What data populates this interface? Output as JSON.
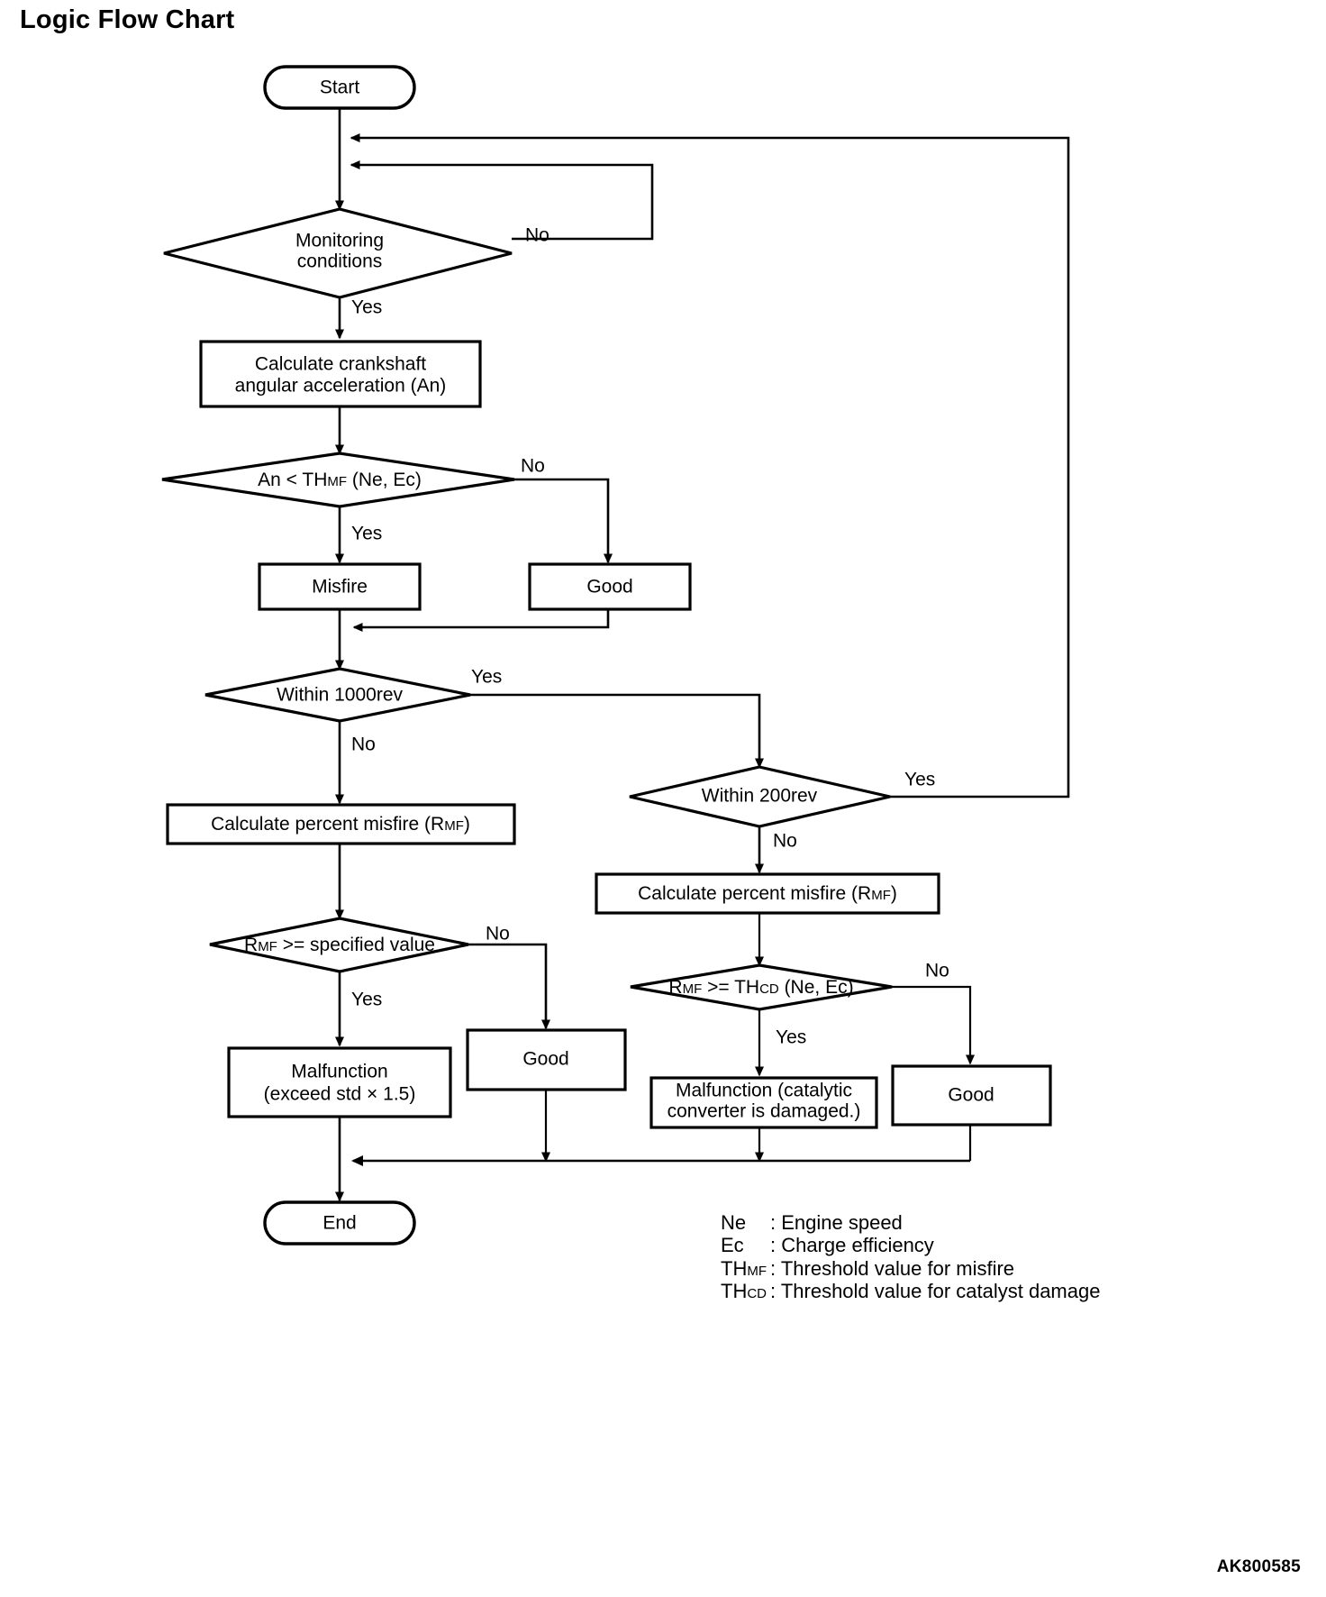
{
  "page": {
    "title": "Logic Flow Chart",
    "document_code": "AK800585"
  },
  "chart_data": {
    "type": "diagram",
    "diagram_kind": "flowchart",
    "title": "Logic Flow Chart",
    "nodes": [
      {
        "id": "start",
        "shape": "terminator",
        "label": "Start"
      },
      {
        "id": "mon",
        "shape": "decision",
        "label_line1": "Monitoring",
        "label_line2": "conditions"
      },
      {
        "id": "calc_ang",
        "shape": "process",
        "label_line1": "Calculate crankshaft",
        "label_line2": "angular acceleration (An)"
      },
      {
        "id": "an_th",
        "shape": "decision",
        "label_pre": "An < TH",
        "label_sub": "MF",
        "label_post": " (Ne, Ec)"
      },
      {
        "id": "misfire",
        "shape": "process",
        "label": "Misfire"
      },
      {
        "id": "good1",
        "shape": "process",
        "label": "Good"
      },
      {
        "id": "within1000",
        "shape": "decision",
        "label": "Within 1000rev"
      },
      {
        "id": "within200",
        "shape": "decision",
        "label": "Within 200rev"
      },
      {
        "id": "calc_pm_left",
        "shape": "process",
        "label_pre": "Calculate percent misfire (R",
        "label_sub": "MF",
        "label_post": ")"
      },
      {
        "id": "calc_pm_right",
        "shape": "process",
        "label_pre": "Calculate percent misfire (R",
        "label_sub": "MF",
        "label_post": ")"
      },
      {
        "id": "rmf_spec",
        "shape": "decision",
        "label_pre": "R",
        "label_sub": "MF",
        "label_post": " >= specified value"
      },
      {
        "id": "rmf_thcd",
        "shape": "decision",
        "label_pre": "R",
        "label_sub": "MF",
        "label_sub2": "CD",
        "label_mid": " >= TH",
        "label_post": " (Ne, Ec)"
      },
      {
        "id": "malf_left",
        "shape": "process",
        "label_line1": "Malfunction",
        "label_line2": "(exceed std × 1.5)"
      },
      {
        "id": "good2",
        "shape": "process",
        "label": "Good"
      },
      {
        "id": "malf_right",
        "shape": "process",
        "label_line1": "Malfunction (catalytic",
        "label_line2": "converter is damaged.)"
      },
      {
        "id": "good3",
        "shape": "process",
        "label": "Good"
      },
      {
        "id": "end",
        "shape": "terminator",
        "label": "End"
      }
    ],
    "edges": [
      {
        "from": "start",
        "to": "mon",
        "label": ""
      },
      {
        "from": "mon",
        "to": "loop-top",
        "label": "No"
      },
      {
        "from": "mon",
        "to": "calc_ang",
        "label": "Yes"
      },
      {
        "from": "calc_ang",
        "to": "an_th",
        "label": ""
      },
      {
        "from": "an_th",
        "to": "good1",
        "label": "No"
      },
      {
        "from": "an_th",
        "to": "misfire",
        "label": "Yes"
      },
      {
        "from": "good1",
        "to": "within1000",
        "label": ""
      },
      {
        "from": "misfire",
        "to": "within1000",
        "label": ""
      },
      {
        "from": "within1000",
        "to": "within200",
        "label": "Yes"
      },
      {
        "from": "within1000",
        "to": "calc_pm_left",
        "label": "No"
      },
      {
        "from": "within200",
        "to": "loop-top",
        "label": "Yes"
      },
      {
        "from": "within200",
        "to": "calc_pm_right",
        "label": "No"
      },
      {
        "from": "calc_pm_left",
        "to": "rmf_spec",
        "label": ""
      },
      {
        "from": "rmf_spec",
        "to": "good2",
        "label": "No"
      },
      {
        "from": "rmf_spec",
        "to": "malf_left",
        "label": "Yes"
      },
      {
        "from": "calc_pm_right",
        "to": "rmf_thcd",
        "label": ""
      },
      {
        "from": "rmf_thcd",
        "to": "good3",
        "label": "No"
      },
      {
        "from": "rmf_thcd",
        "to": "malf_right",
        "label": "Yes"
      },
      {
        "from": "malf_left",
        "to": "end",
        "label": ""
      },
      {
        "from": "good2",
        "to": "end",
        "label": ""
      },
      {
        "from": "malf_right",
        "to": "end",
        "label": ""
      },
      {
        "from": "good3",
        "to": "end",
        "label": ""
      }
    ]
  },
  "nodes": {
    "start": "Start",
    "monitoring_l1": "Monitoring",
    "monitoring_l2": "conditions",
    "calc_angular_l1": "Calculate crankshaft",
    "calc_angular_l2": "angular acceleration (An)",
    "an_th_pre": "An < TH",
    "an_th_sub": "MF",
    "an_th_post": " (Ne, Ec)",
    "misfire": "Misfire",
    "good_1": "Good",
    "within_1000": "Within 1000rev",
    "within_200": "Within 200rev",
    "calc_pm_pre": "Calculate percent misfire (R",
    "calc_pm_sub": "MF",
    "calc_pm_post": ")",
    "rmf_spec_pre": "R",
    "rmf_spec_sub": "MF",
    "rmf_spec_post": " >= specified value",
    "rmf_thcd_pre": "R",
    "rmf_thcd_sub1": "MF",
    "rmf_thcd_mid": " >= TH",
    "rmf_thcd_sub2": "CD",
    "rmf_thcd_post": " (Ne, Ec)",
    "malf_left_l1": "Malfunction",
    "malf_left_l2": "(exceed std × 1.5)",
    "good_2": "Good",
    "malf_right_l1": "Malfunction (catalytic",
    "malf_right_l2": "converter is damaged.)",
    "good_3": "Good",
    "end": "End"
  },
  "edge_labels": {
    "mon_no": "No",
    "mon_yes": "Yes",
    "an_no": "No",
    "an_yes": "Yes",
    "w1000_yes": "Yes",
    "w1000_no": "No",
    "w200_yes": "Yes",
    "w200_no": "No",
    "rmf_no": "No",
    "rmf_yes": "Yes",
    "thcd_no": "No",
    "thcd_yes": "Yes"
  },
  "legend": {
    "rows": [
      {
        "sym": "Ne",
        "sub": "",
        "sep": ": ",
        "desc": "Engine speed"
      },
      {
        "sym": "Ec",
        "sub": "",
        "sep": ": ",
        "desc": "Charge efficiency"
      },
      {
        "sym": "TH",
        "sub": "MF",
        "sep": ": ",
        "desc": "Threshold value for misfire"
      },
      {
        "sym": "TH",
        "sub": "CD",
        "sep": ": ",
        "desc": "Threshold value for catalyst damage"
      }
    ]
  }
}
